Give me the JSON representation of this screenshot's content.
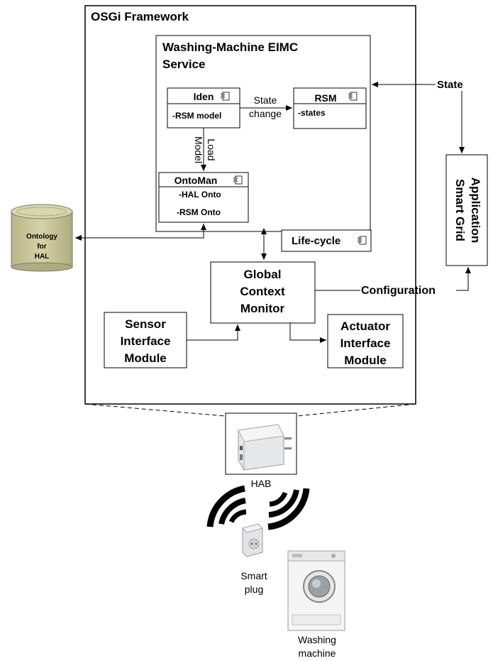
{
  "framework": {
    "title": "OSGi Framework"
  },
  "eimc_service": {
    "title_line1": "Washing-Machine EIMC",
    "title_line2": "Service"
  },
  "iden": {
    "name": "Iden",
    "attr": "-RSM model"
  },
  "rsm": {
    "name": "RSM",
    "attr": "-states"
  },
  "ontoman": {
    "name": "OntoMan",
    "attrs": [
      "-HAL Onto",
      "-RSM Onto"
    ]
  },
  "edges": {
    "state_change": [
      "State",
      "change"
    ],
    "load_model": [
      "Load",
      "Model"
    ],
    "state": "State",
    "configuration": "Configuration"
  },
  "ontology_db": {
    "lines": [
      "Ontology",
      "for",
      "HAL"
    ]
  },
  "lifecycle": {
    "label": "Life-cycle"
  },
  "gcm": {
    "lines": [
      "Global",
      "Context",
      "Monitor"
    ]
  },
  "sensor_module": {
    "lines": [
      "Sensor",
      "Interface",
      "Module"
    ]
  },
  "actuator_module": {
    "lines": [
      "Actuator",
      "Interface",
      "Module"
    ]
  },
  "smart_grid": {
    "lines": [
      "Smart Grid",
      "Application"
    ]
  },
  "devices": {
    "hab": "HAB",
    "smart_plug": [
      "Smart",
      "plug"
    ],
    "washing_machine": [
      "Washing",
      "machine"
    ]
  },
  "colors": {
    "ontology_fill": "#c9c79a",
    "ontology_top": "#d8d6ac"
  }
}
